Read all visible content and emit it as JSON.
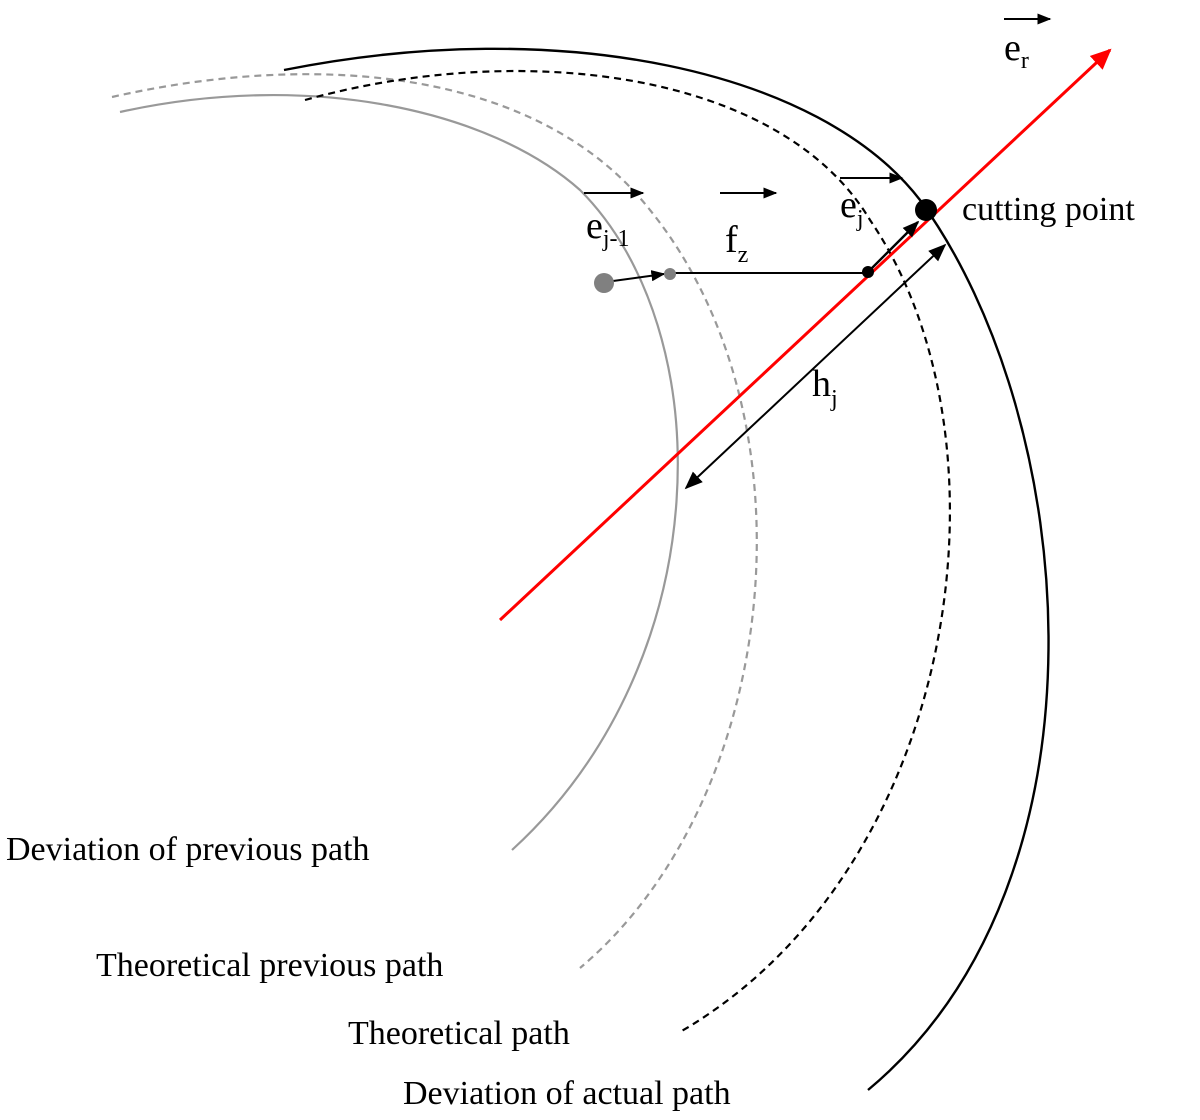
{
  "labels": {
    "er": "e",
    "er_sub": "r",
    "ejm1": "e",
    "ejm1_sub": "j-1",
    "fz": "f",
    "fz_sub": "z",
    "ej": "e",
    "ej_sub": "j",
    "hj": "h",
    "hj_sub": "j",
    "cutting_point": "cutting point",
    "deviation_previous": "Deviation of previous path",
    "theoretical_previous": "Theoretical previous path",
    "theoretical": "Theoretical path",
    "deviation_actual": "Deviation of actual path"
  },
  "colors": {
    "radial_vector": "#ff0000",
    "previous_paths": "#999999",
    "actual_paths": "#000000",
    "previous_point": "#808080"
  }
}
